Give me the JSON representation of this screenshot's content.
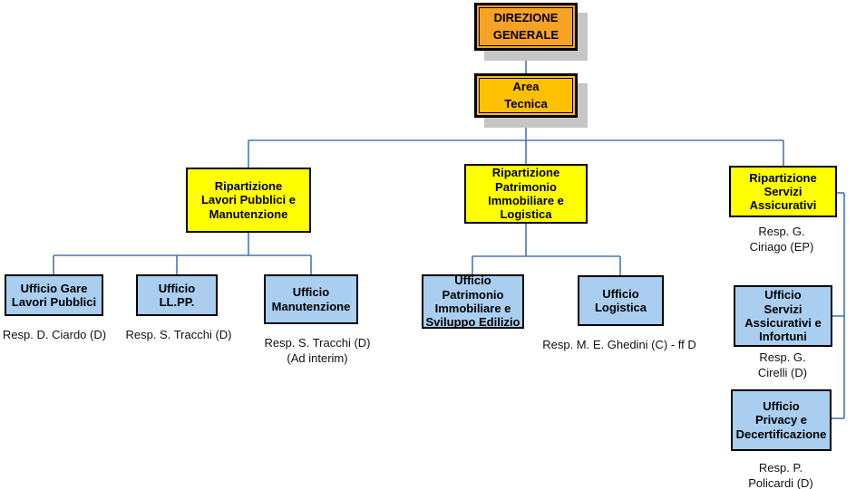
{
  "palette": {
    "top_box_fill": "#F6A226",
    "second_box_fill": "#FFC000",
    "ripartizione_fill": "#FFFF00",
    "ufficio_fill": "#A9CEF0",
    "connector": "#4876B6",
    "shadow": "#C6C6C6",
    "border": "#000000"
  },
  "nodes": {
    "direzione": {
      "label": "DIREZIONE\nGENERALE"
    },
    "area": {
      "label": "Area\nTecnica"
    },
    "rip_lavori": {
      "label": "Ripartizione\nLavori Pubblici e\nManutenzione"
    },
    "rip_patrimonio": {
      "label": "Ripartizione\nPatrimonio\nImmobiliare e\nLogistica"
    },
    "rip_servizi": {
      "label": "Ripartizione\nServizi\nAssicurativi",
      "resp": "Resp. G. Ciriago (EP)"
    },
    "uff_gare": {
      "label": "Ufficio Gare\nLavori Pubblici",
      "resp": "Resp. D. Ciardo (D)"
    },
    "uff_llpp": {
      "label": "Ufficio\nLL.PP.",
      "resp": "Resp. S. Tracchi (D)"
    },
    "uff_manutenzione": {
      "label": "Ufficio\nManutenzione",
      "resp": "Resp. S. Tracchi (D)\n(Ad interim)"
    },
    "uff_patrimonio": {
      "label": "Ufficio\nPatrimonio\nImmobiliare e\nSviluppo Edilizio"
    },
    "uff_logistica": {
      "label": "Ufficio\nLogistica",
      "resp": "Resp. M. E. Ghedini (C) -  ff D"
    },
    "uff_servizi": {
      "label": "Ufficio\nServizi\nAssicurativi e\nInfortuni",
      "resp": "Resp. G. Cirelli (D)"
    },
    "uff_privacy": {
      "label": "Ufficio\nPrivacy e\nDecertificazione",
      "resp": "Resp. P. Policardi (D)"
    }
  }
}
